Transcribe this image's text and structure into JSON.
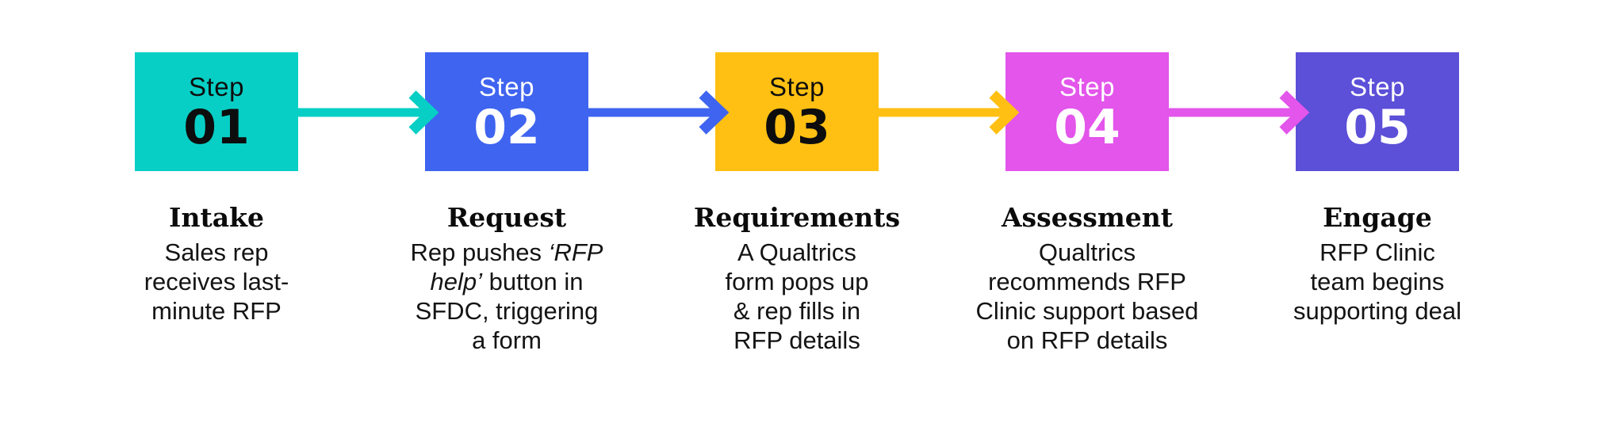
{
  "figure": {
    "background_color": "#ffffff",
    "description": "Five-step RFP Clinic process flow"
  },
  "steps": [
    {
      "label": "Step",
      "number": "01",
      "box_color": "#07CFC5",
      "box_text_color": "#0d0d0d",
      "arrow_color": "#07CFC5",
      "title": "Intake",
      "description_segments": [
        {
          "text": "Sales rep\nreceives last-\nminute RFP",
          "italic": false
        }
      ]
    },
    {
      "label": "Step",
      "number": "02",
      "box_color": "#3F64F0",
      "box_text_color": "#ffffff",
      "arrow_color": "#3F64F0",
      "title": "Request",
      "description_segments": [
        {
          "text": "Rep pushes ",
          "italic": false
        },
        {
          "text": "‘RFP\nhelp’",
          "italic": true
        },
        {
          "text": " button in\nSFDC, triggering\na form",
          "italic": false
        }
      ]
    },
    {
      "label": "Step",
      "number": "03",
      "box_color": "#FFC013",
      "box_text_color": "#0d0d0d",
      "arrow_color": "#FFC013",
      "title": "Requirements",
      "description_segments": [
        {
          "text": "A Qualtrics\nform pops up\n& rep fills in\nRFP details",
          "italic": false
        }
      ]
    },
    {
      "label": "Step",
      "number": "04",
      "box_color": "#E355EB",
      "box_text_color": "#ffffff",
      "arrow_color": "#E355EB",
      "title": "Assessment",
      "description_segments": [
        {
          "text": "Qualtrics\nrecommends RFP\nClinic support based\non RFP details",
          "italic": false
        }
      ]
    },
    {
      "label": "Step",
      "number": "05",
      "box_color": "#5C4FD8",
      "box_text_color": "#ffffff",
      "arrow_color": "",
      "title": "Engage",
      "description_segments": [
        {
          "text": "RFP Clinic\nteam begins\nsupporting deal",
          "italic": false
        }
      ]
    }
  ]
}
